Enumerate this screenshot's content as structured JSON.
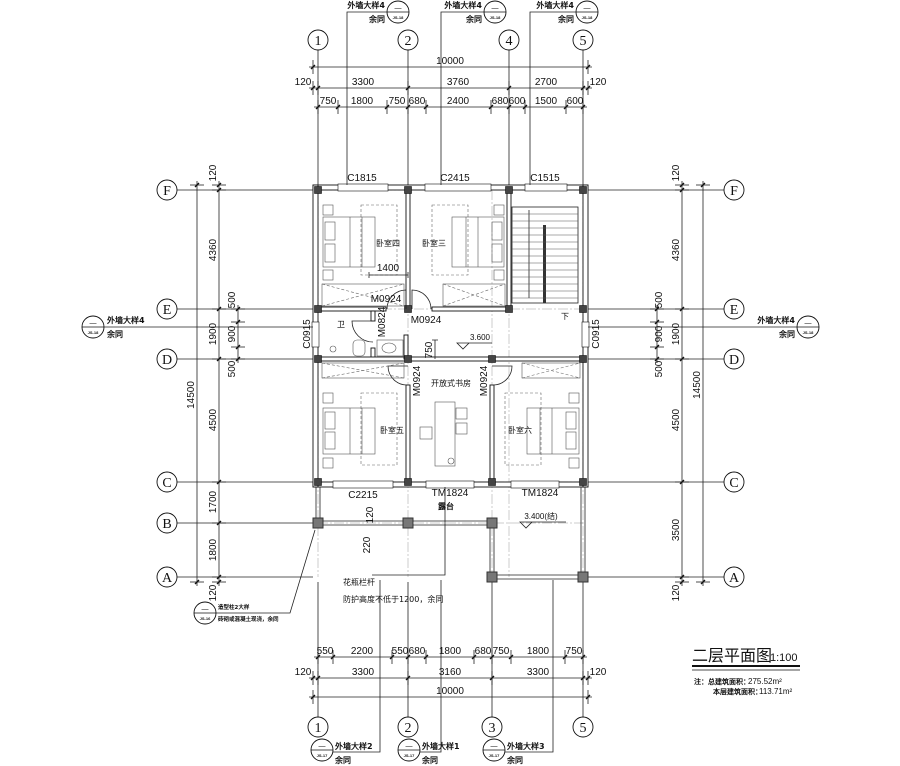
{
  "title": {
    "name": "二层平面图",
    "scale": "1:100"
  },
  "notes": {
    "total_label": "注：总建筑面积：",
    "total_value": "275.52m²",
    "floor_label": "本层建筑面积：",
    "floor_value": "113.71m²"
  },
  "axes": {
    "columns_top": [
      "1",
      "2",
      "4",
      "5"
    ],
    "columns_bottom": [
      "1",
      "2",
      "3",
      "5"
    ],
    "rows_left": [
      "F",
      "E",
      "D",
      "C",
      "B",
      "A"
    ],
    "rows_right": [
      "F",
      "E",
      "D",
      "C",
      "A"
    ]
  },
  "dims": {
    "top_total": "10000",
    "top_mid": [
      "120",
      "3300",
      "3760",
      "2700",
      "120"
    ],
    "top_inner": [
      "750",
      "1800",
      "750",
      "680",
      "2400",
      "680",
      "600",
      "1500",
      "600"
    ],
    "bottom_inner": [
      "550",
      "2200",
      "550",
      "680",
      "1800",
      "680",
      "750",
      "1800",
      "750"
    ],
    "bottom_mid": [
      "120",
      "3300",
      "3160",
      "3300",
      "120"
    ],
    "bottom_total": "10000",
    "left_total": "14500",
    "left_mid": [
      "120",
      "4360",
      "1900",
      "4500",
      "1700",
      "1800",
      "120"
    ],
    "left_inner": [
      "500",
      "900",
      "500"
    ],
    "right_total": "14500",
    "right_mid": [
      "120",
      "4360",
      "1900",
      "4500",
      "3500",
      "120"
    ],
    "right_inner": [
      "500",
      "900",
      "500"
    ]
  },
  "callouts": {
    "top": [
      {
        "title": "外墙大样4",
        "sub": "余同",
        "num": "—",
        "ref": "JS-18"
      },
      {
        "title": "外墙大样4",
        "sub": "余同",
        "num": "—",
        "ref": "JS-18"
      },
      {
        "title": "外墙大样4",
        "sub": "余同",
        "num": "—",
        "ref": "JS-18"
      }
    ],
    "bottom": [
      {
        "title": "外墙大样2",
        "sub": "余同",
        "num": "—",
        "ref": "JS-17"
      },
      {
        "title": "外墙大样1",
        "sub": "余同",
        "num": "—",
        "ref": "JS-17"
      },
      {
        "title": "外墙大样3",
        "sub": "余同",
        "num": "—",
        "ref": "JS-17"
      }
    ],
    "left": {
      "title": "外墙大样4",
      "sub": "余同",
      "num": "—",
      "ref": "JS-18"
    },
    "right": {
      "title": "外墙大样4",
      "sub": "余同",
      "num": "—",
      "ref": "JS-18"
    },
    "column": {
      "title": "造型柱2大样",
      "sub": "砖砌或混凝土现浇，余同",
      "num": "—",
      "ref": "JS-16"
    }
  },
  "rooms": {
    "bedroom4": "卧室四",
    "bedroom3": "卧室三",
    "bath": "卫",
    "study": "开放式书房",
    "bedroom5": "卧室五",
    "bedroom6": "卧室六",
    "terrace": "露台",
    "stair_down": "下"
  },
  "openings": {
    "c1815": "C1815",
    "c2415": "C2415",
    "c1515": "C1515",
    "m0924_a": "M0924",
    "m0924_b": "M0924",
    "m0824": "M0824",
    "m0924_c": "M0924",
    "m0924_d": "M0924",
    "c0915_l": "C0915",
    "c0915_r": "C0915",
    "c2215": "C2215",
    "tm1824_a": "TM1824",
    "tm1824_b": "TM1824"
  },
  "annotations": {
    "dim_1400": "1400",
    "dim_750": "750",
    "elev_floor": "3.600",
    "elev_terrace": "3.400(结)",
    "dim_120": "120",
    "dim_220": "220",
    "railing": "花瓶栏杆",
    "railing_note": "防护高度不低于1200，余同"
  }
}
